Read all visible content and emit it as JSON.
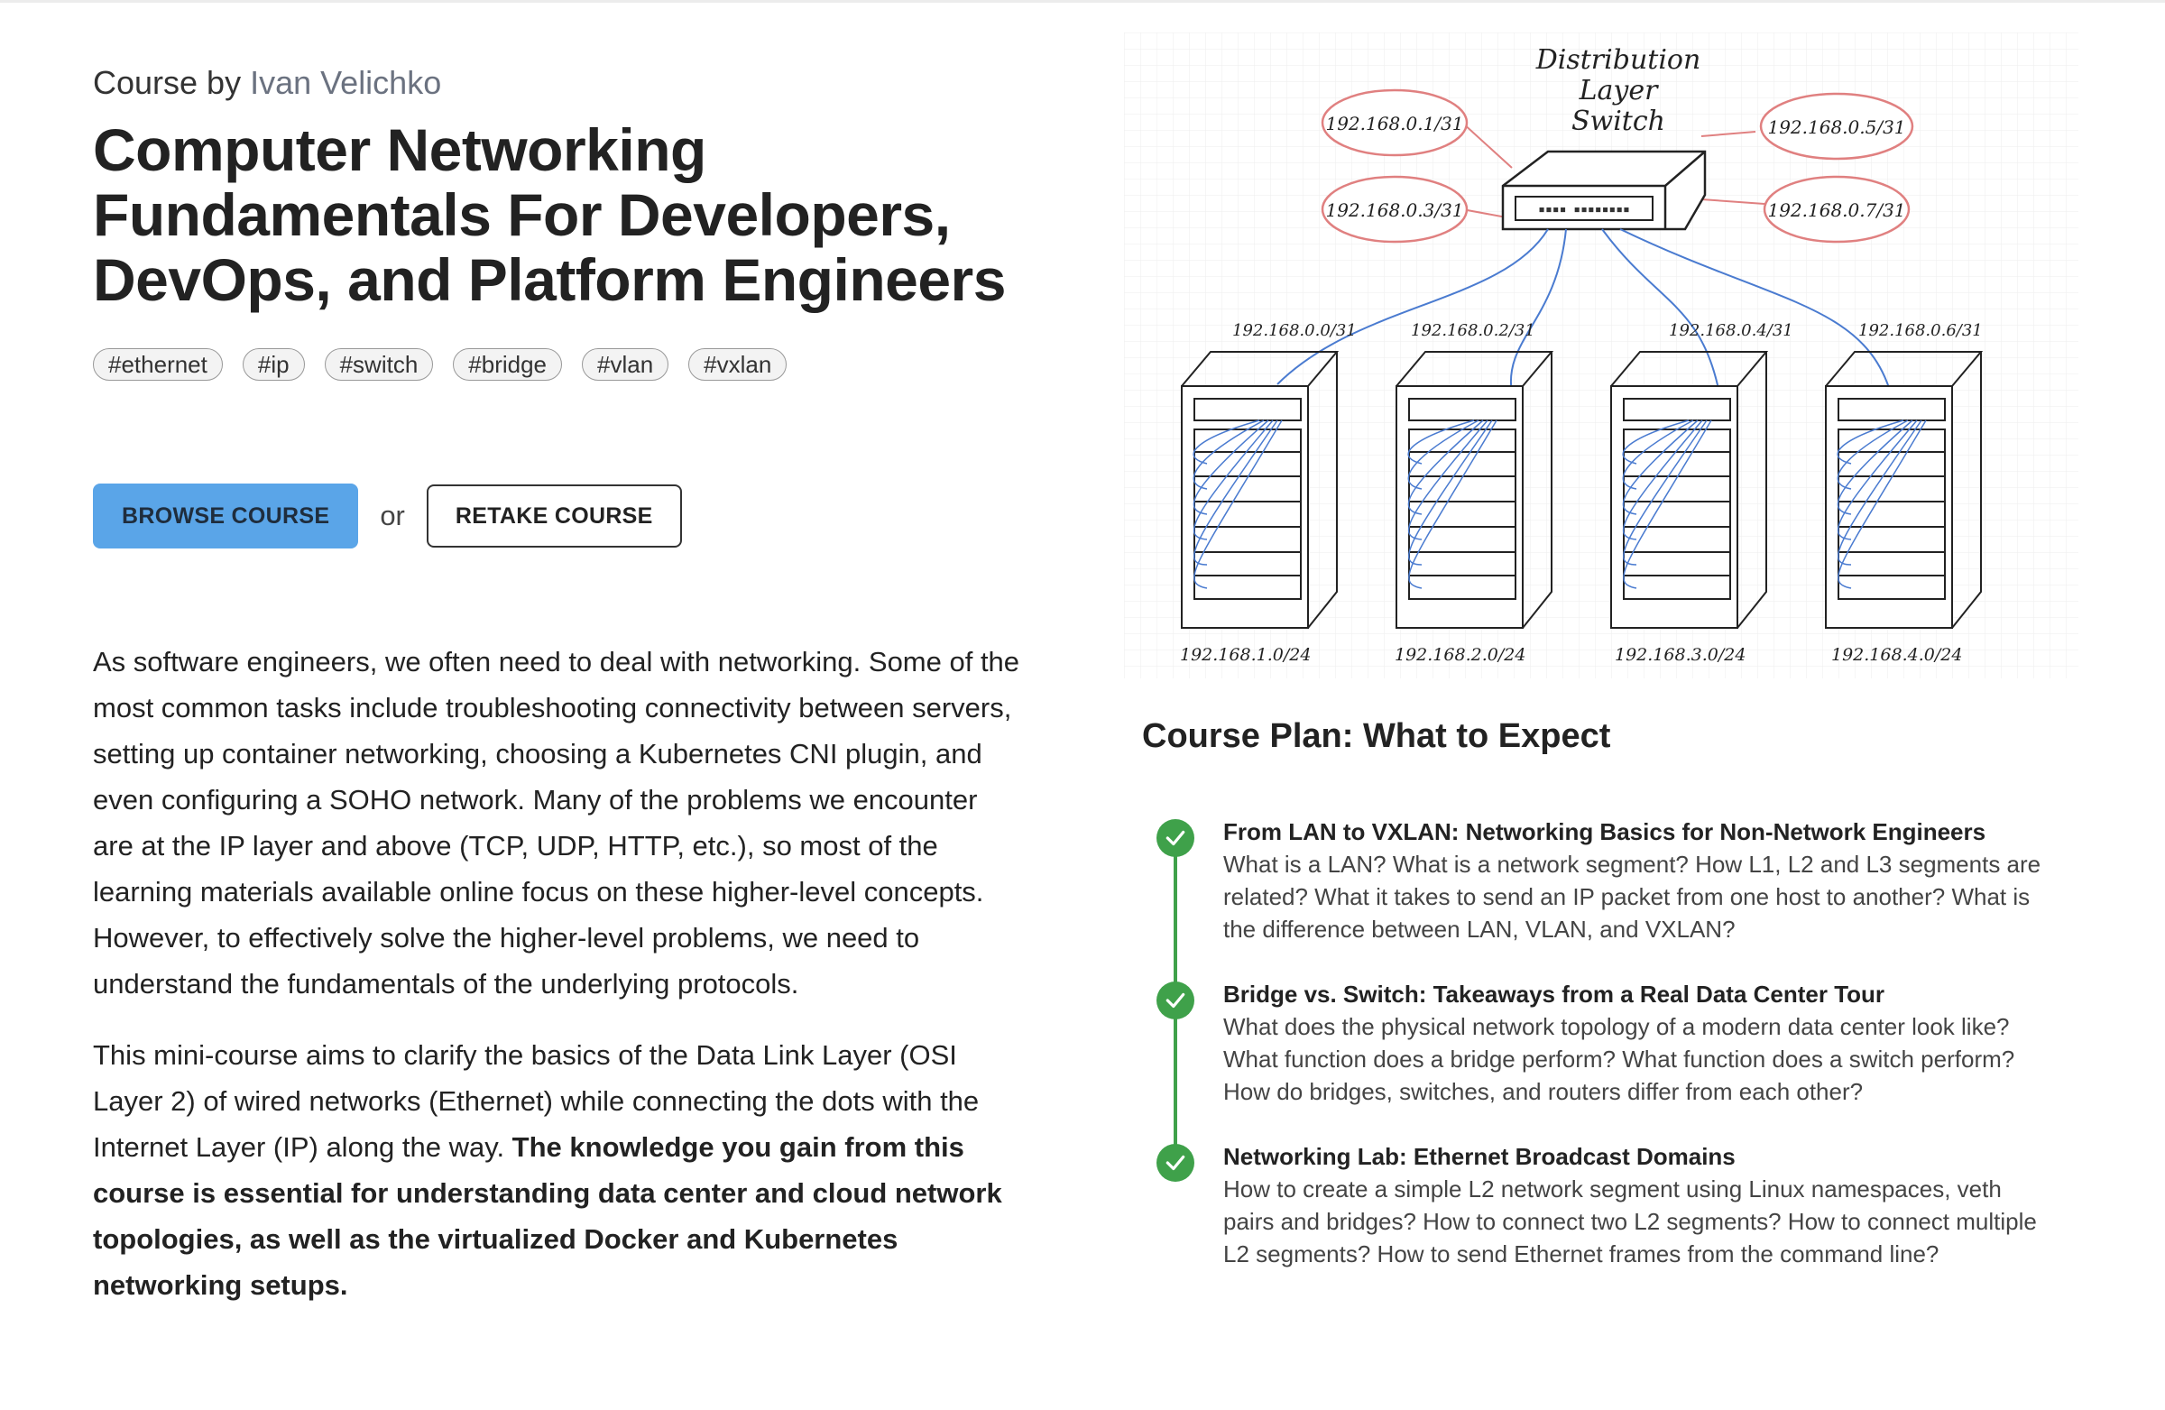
{
  "course": {
    "by_prefix": "Course by",
    "author": "Ivan Velichko",
    "title": "Computer Networking Fundamentals For Developers, DevOps, and Platform Engineers",
    "tags": [
      "#ethernet",
      "#ip",
      "#switch",
      "#bridge",
      "#vlan",
      "#vxlan"
    ]
  },
  "actions": {
    "browse_label": "BROWSE COURSE",
    "or_text": "or",
    "retake_label": "RETAKE COURSE"
  },
  "description": {
    "p1": "As software engineers, we often need to deal with networking. Some of the most common tasks include troubleshooting connectivity between servers, setting up container networking, choosing a Kubernetes CNI plugin, and even configuring a SOHO network. Many of the problems we encounter are at the IP layer and above (TCP, UDP, HTTP, etc.), so most of the learning materials available online focus on these higher-level concepts. However, to effectively solve the higher-level problems, we need to understand the fundamentals of the underlying protocols.",
    "p2_plain": "This mini-course aims to clarify the basics of the Data Link Layer (OSI Layer 2) of wired networks (Ethernet) while connecting the dots with the Internet Layer (IP) along the way. ",
    "p2_bold": "The knowledge you gain from this course is essential for understanding data center and cloud network topologies, as well as the virtualized Docker and Kubernetes networking setups."
  },
  "diagram": {
    "switch_label": [
      "Distribution",
      "Layer",
      "Switch"
    ],
    "uplink_subnets": [
      "192.168.0.1/31",
      "192.168.0.3/31",
      "192.168.0.5/31",
      "192.168.0.7/31"
    ],
    "rack_link_subnets": [
      "192.168.0.0/31",
      "192.168.0.2/31",
      "192.168.0.4/31",
      "192.168.0.6/31"
    ],
    "rack_subnets": [
      "192.168.1.0/24",
      "192.168.2.0/24",
      "192.168.3.0/24",
      "192.168.4.0/24"
    ],
    "colors": {
      "cloud": "#e08080",
      "cable": "#4a7bd0",
      "grid": "#eeeeee"
    }
  },
  "plan": {
    "title": "Course Plan: What to Expect",
    "accent_color": "#3fa14a",
    "items": [
      {
        "title": "From LAN to VXLAN: Networking Basics for Non-Network Engineers",
        "description": "What is a LAN? What is a network segment? How L1, L2 and L3 segments are related? What it takes to send an IP packet from one host to another? What is the difference between LAN, VLAN, and VXLAN?"
      },
      {
        "title": "Bridge vs. Switch: Takeaways from a Real Data Center Tour",
        "description": "What does the physical network topology of a modern data center look like? What function does a bridge perform? What function does a switch perform? How do bridges, switches, and routers differ from each other?"
      },
      {
        "title": "Networking Lab: Ethernet Broadcast Domains",
        "description": "How to create a simple L2 network segment using Linux namespaces, veth pairs and bridges? How to connect two L2 segments? How to connect multiple L2 segments? How to send Ethernet frames from the command line?"
      }
    ]
  }
}
